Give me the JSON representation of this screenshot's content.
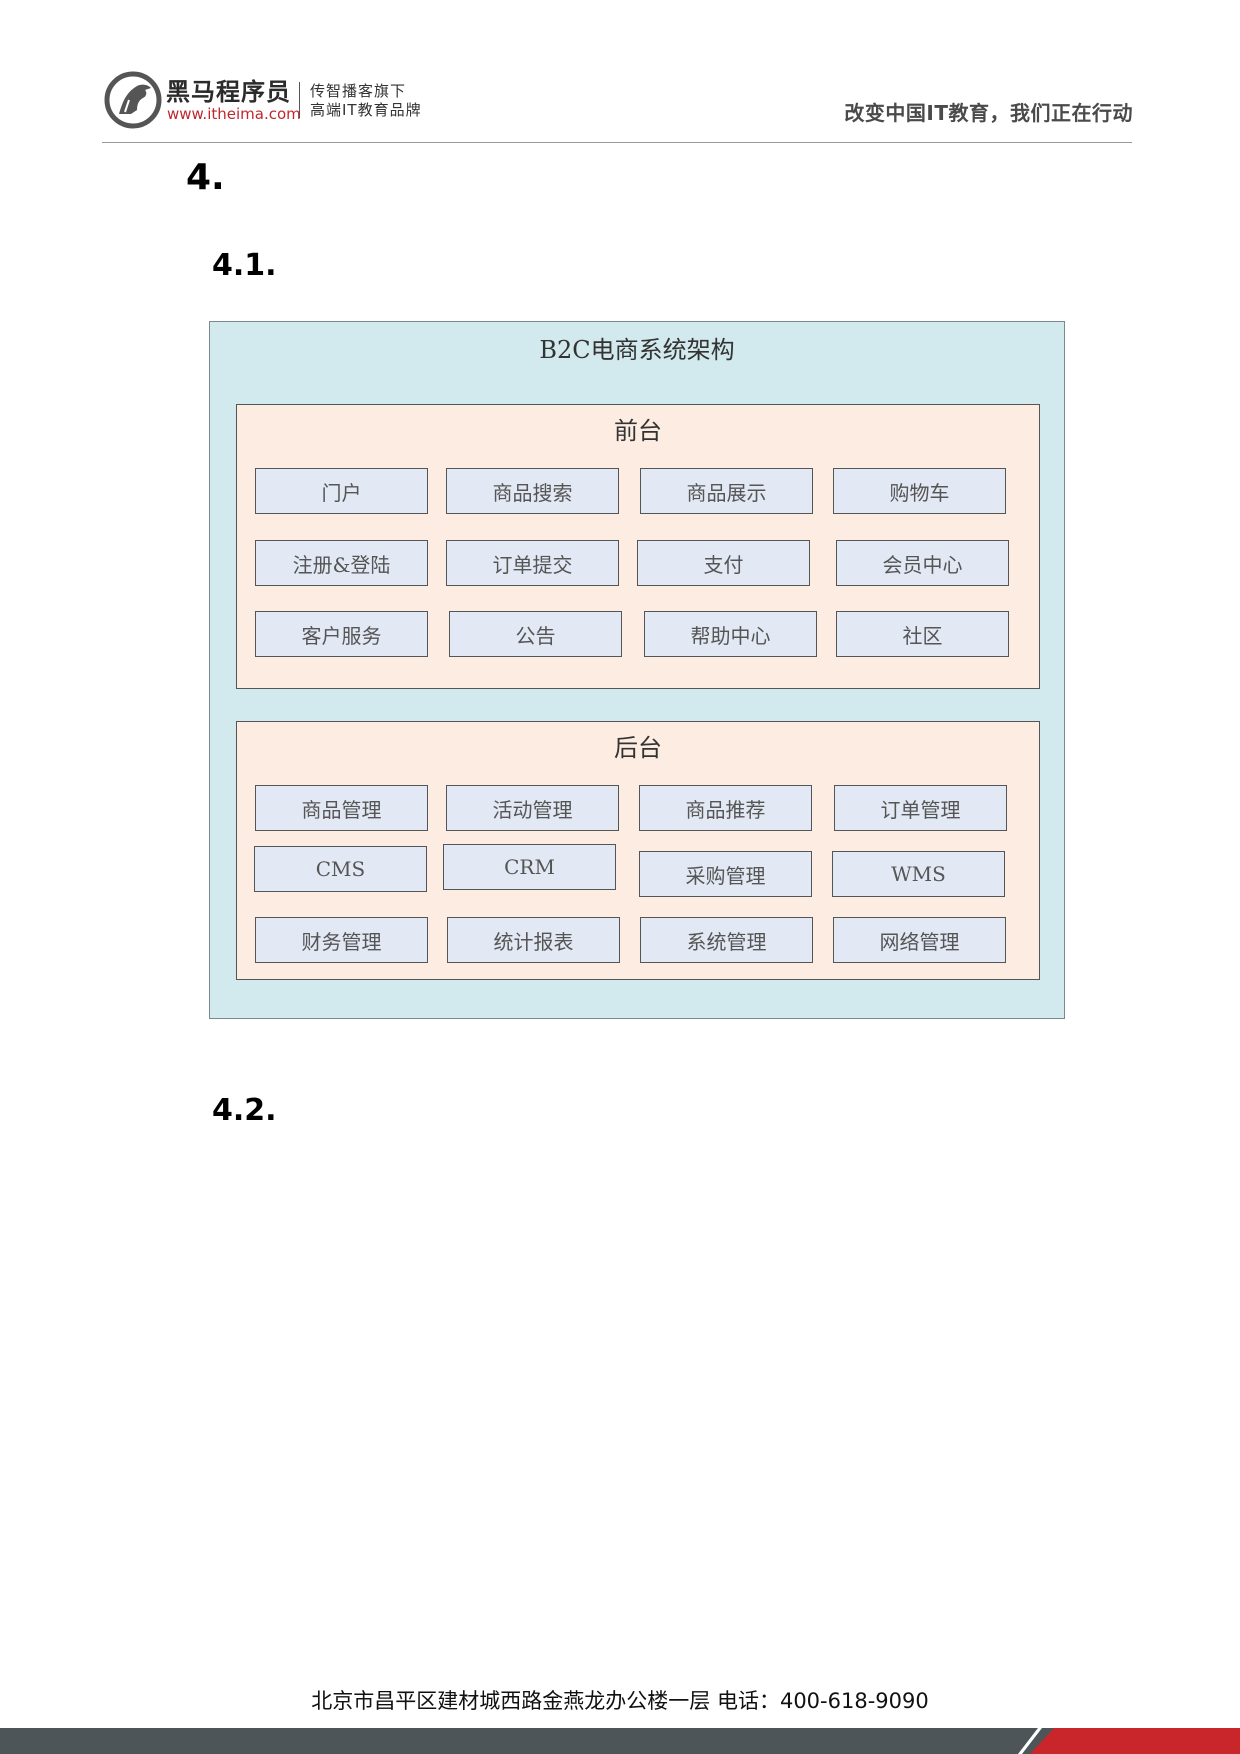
{
  "header": {
    "brand_name": "黑马程序员",
    "brand_url": "www.itheima.com",
    "tagline_1": "传智播客旗下",
    "tagline_2": "高端IT教育品牌",
    "slogan": "改变中国IT教育，我们正在行动",
    "logo_icon": "horse-logo-icon"
  },
  "headings": {
    "h1": "4.",
    "h2_a": "4.1.",
    "h2_b": "4.2."
  },
  "diagram": {
    "title": "B2C电商系统架构",
    "front": {
      "title": "前台",
      "rows": [
        [
          "门户",
          "商品搜索",
          "商品展示",
          "购物车"
        ],
        [
          "注册&登陆",
          "订单提交",
          "支付",
          "会员中心"
        ],
        [
          "客户服务",
          "公告",
          "帮助中心",
          "社区"
        ]
      ]
    },
    "back": {
      "title": "后台",
      "rows": [
        [
          "商品管理",
          "活动管理",
          "商品推荐",
          "订单管理"
        ],
        [
          "CMS",
          "CRM",
          "采购管理",
          "WMS"
        ],
        [
          "财务管理",
          "统计报表",
          "系统管理",
          "网络管理"
        ]
      ]
    },
    "colors": {
      "outer": "#d2e9ee",
      "panel": "#fcece2",
      "module": "#e3e9f4"
    }
  },
  "footer": {
    "address": "北京市昌平区建材城西路金燕龙办公楼一层   电话：400-618-9090",
    "colors": {
      "bar": "#4d5559",
      "accent": "#c9262c"
    }
  }
}
